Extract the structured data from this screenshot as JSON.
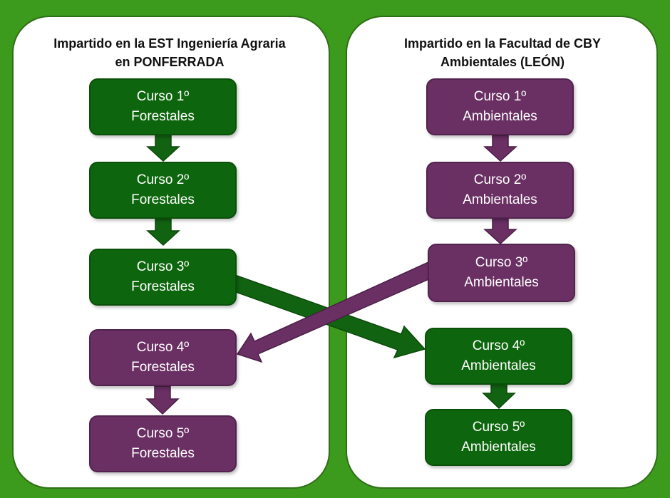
{
  "colors": {
    "background": "#3c9a1c",
    "green_box": "#0d660d",
    "purple_box": "#6a2f63",
    "green_arrow": "#116311",
    "purple_arrow": "#6a2f63"
  },
  "left": {
    "title_line1": "Impartido en la EST Ingeniería Agraria",
    "title_line2": "en PONFERRADA",
    "courses": [
      {
        "line1": "Curso 1º",
        "line2": "Forestales",
        "color": "green"
      },
      {
        "line1": "Curso 2º",
        "line2": "Forestales",
        "color": "green"
      },
      {
        "line1": "Curso 3º",
        "line2": "Forestales",
        "color": "green"
      },
      {
        "line1": "Curso 4º",
        "line2": "Forestales",
        "color": "purple"
      },
      {
        "line1": "Curso 5º",
        "line2": "Forestales",
        "color": "purple"
      }
    ]
  },
  "right": {
    "title_line1": "Impartido en la Facultad de CBY",
    "title_line2": "Ambientales (LEÓN)",
    "courses": [
      {
        "line1": "Curso 1º",
        "line2": "Ambientales",
        "color": "purple"
      },
      {
        "line1": "Curso 2º",
        "line2": "Ambientales",
        "color": "purple"
      },
      {
        "line1": "Curso 3º",
        "line2": "Ambientales",
        "color": "purple"
      },
      {
        "line1": "Curso 4º",
        "line2": "Ambientales",
        "color": "green"
      },
      {
        "line1": "Curso 5º",
        "line2": "Ambientales",
        "color": "green"
      }
    ]
  }
}
